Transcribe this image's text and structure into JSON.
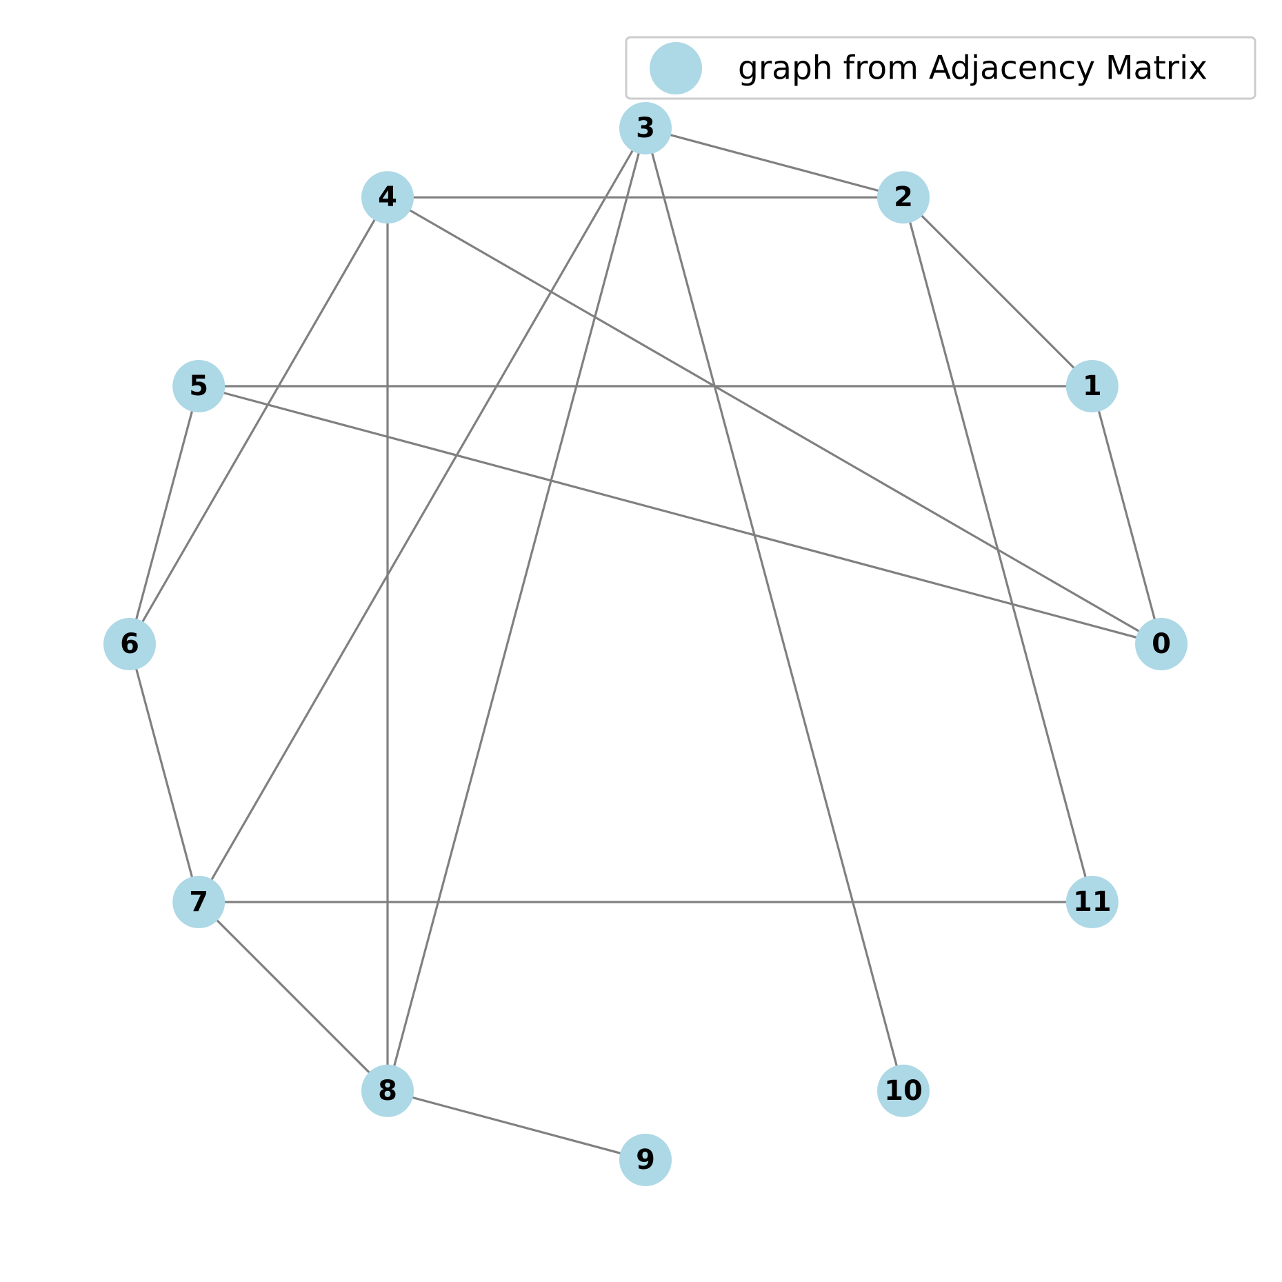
{
  "graph": {
    "node_color": "#add8e6",
    "edge_color": "#808080",
    "label_color": "#000000",
    "nodes": [
      {
        "id": 0,
        "label": "0"
      },
      {
        "id": 1,
        "label": "1"
      },
      {
        "id": 2,
        "label": "2"
      },
      {
        "id": 3,
        "label": "3"
      },
      {
        "id": 4,
        "label": "4"
      },
      {
        "id": 5,
        "label": "5"
      },
      {
        "id": 6,
        "label": "6"
      },
      {
        "id": 7,
        "label": "7"
      },
      {
        "id": 8,
        "label": "8"
      },
      {
        "id": 9,
        "label": "9"
      },
      {
        "id": 10,
        "label": "10"
      },
      {
        "id": 11,
        "label": "11"
      }
    ],
    "edges": [
      [
        0,
        1
      ],
      [
        0,
        4
      ],
      [
        0,
        5
      ],
      [
        1,
        2
      ],
      [
        1,
        5
      ],
      [
        2,
        3
      ],
      [
        2,
        4
      ],
      [
        2,
        11
      ],
      [
        3,
        7
      ],
      [
        3,
        8
      ],
      [
        3,
        10
      ],
      [
        4,
        6
      ],
      [
        4,
        8
      ],
      [
        5,
        6
      ],
      [
        6,
        7
      ],
      [
        7,
        8
      ],
      [
        7,
        11
      ],
      [
        8,
        9
      ]
    ]
  },
  "legend": {
    "label": "graph from Adjacency Matrix",
    "placement": "upper right",
    "marker_color": "#add8e6"
  }
}
